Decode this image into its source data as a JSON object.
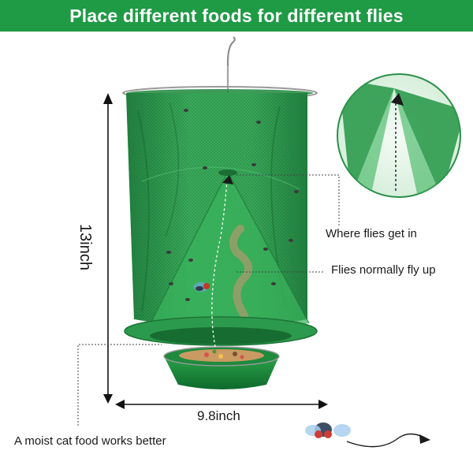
{
  "banner": {
    "title": "Place different foods for different flies",
    "bg_color": "#1f9a45",
    "text_color": "#ffffff"
  },
  "product": {
    "net_color": "#2e9a4e",
    "tray_color": "#1d8a3c"
  },
  "dimensions": {
    "height_label": "13inch",
    "width_label": "9.8inch"
  },
  "annotations": {
    "entry_label": "Where flies get in",
    "fly_up_label": "Flies normally fly up",
    "bait_label": "A moist cat food works better"
  },
  "icons": [
    "hook-icon",
    "fly-icon",
    "arrow-icon"
  ]
}
